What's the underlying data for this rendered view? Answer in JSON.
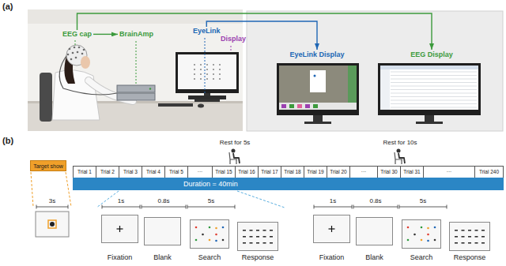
{
  "diagram": {
    "nodes": [
      {
        "text": [
          "EEG cap"
        ]
      },
      {
        "text": [
          "BrainAmp"
        ]
      },
      {
        "text": [
          "EyeLink"
        ]
      },
      {
        "text": [
          "Display"
        ]
      },
      {
        "text": [
          "EyeLink Display"
        ]
      },
      {
        "text": [
          "EEG Display"
        ]
      },
      {
        "text": [
          "Target show"
        ]
      },
      {
        "text": [
          "Trial 1"
        ]
      },
      {
        "text": [
          "Trial 2"
        ]
      },
      {
        "text": [
          "Trial 3"
        ]
      },
      {
        "text": [
          "Trial 4"
        ]
      },
      {
        "text": [
          "Trial 5"
        ]
      },
      {
        "text": [
          "···"
        ]
      },
      {
        "text": [
          "Trial 15"
        ]
      },
      {
        "text": [
          "Trial 16"
        ]
      },
      {
        "text": [
          "Trial 17"
        ]
      },
      {
        "text": [
          "Trial 18"
        ]
      },
      {
        "text": [
          "Trial 19"
        ]
      },
      {
        "text": [
          "Trial 20"
        ]
      },
      {
        "text": [
          "···"
        ]
      },
      {
        "text": [
          "Trial 30"
        ]
      },
      {
        "text": [
          "Trial 31"
        ]
      },
      {
        "text": [
          "···"
        ]
      },
      {
        "text": [
          "Trial 240"
        ]
      },
      {
        "text": [
          "Duration = 40min"
        ]
      },
      {
        "text": [
          "Fixation"
        ]
      },
      {
        "text": [
          "Blank"
        ]
      },
      {
        "text": [
          "Search"
        ]
      },
      {
        "text": [
          "Response"
        ]
      },
      {
        "text": [
          "Fixation"
        ]
      },
      {
        "text": [
          "Blank"
        ]
      },
      {
        "text": [
          "Search"
        ]
      },
      {
        "text": [
          "Response"
        ]
      }
    ],
    "edges": [
      {
        "from": 0,
        "to": 5,
        "arrow": "to"
      },
      {
        "from": 0,
        "to": 1,
        "arrow": "to"
      },
      {
        "from": 2,
        "to": 4,
        "arrow": "to"
      }
    ],
    "labels": [
      "(a)",
      "(b)",
      "Rest for 5s",
      "Rest for 10s",
      "3s",
      "1s",
      "0.8s",
      "5s",
      "1s",
      "0.8s",
      "5s"
    ]
  }
}
